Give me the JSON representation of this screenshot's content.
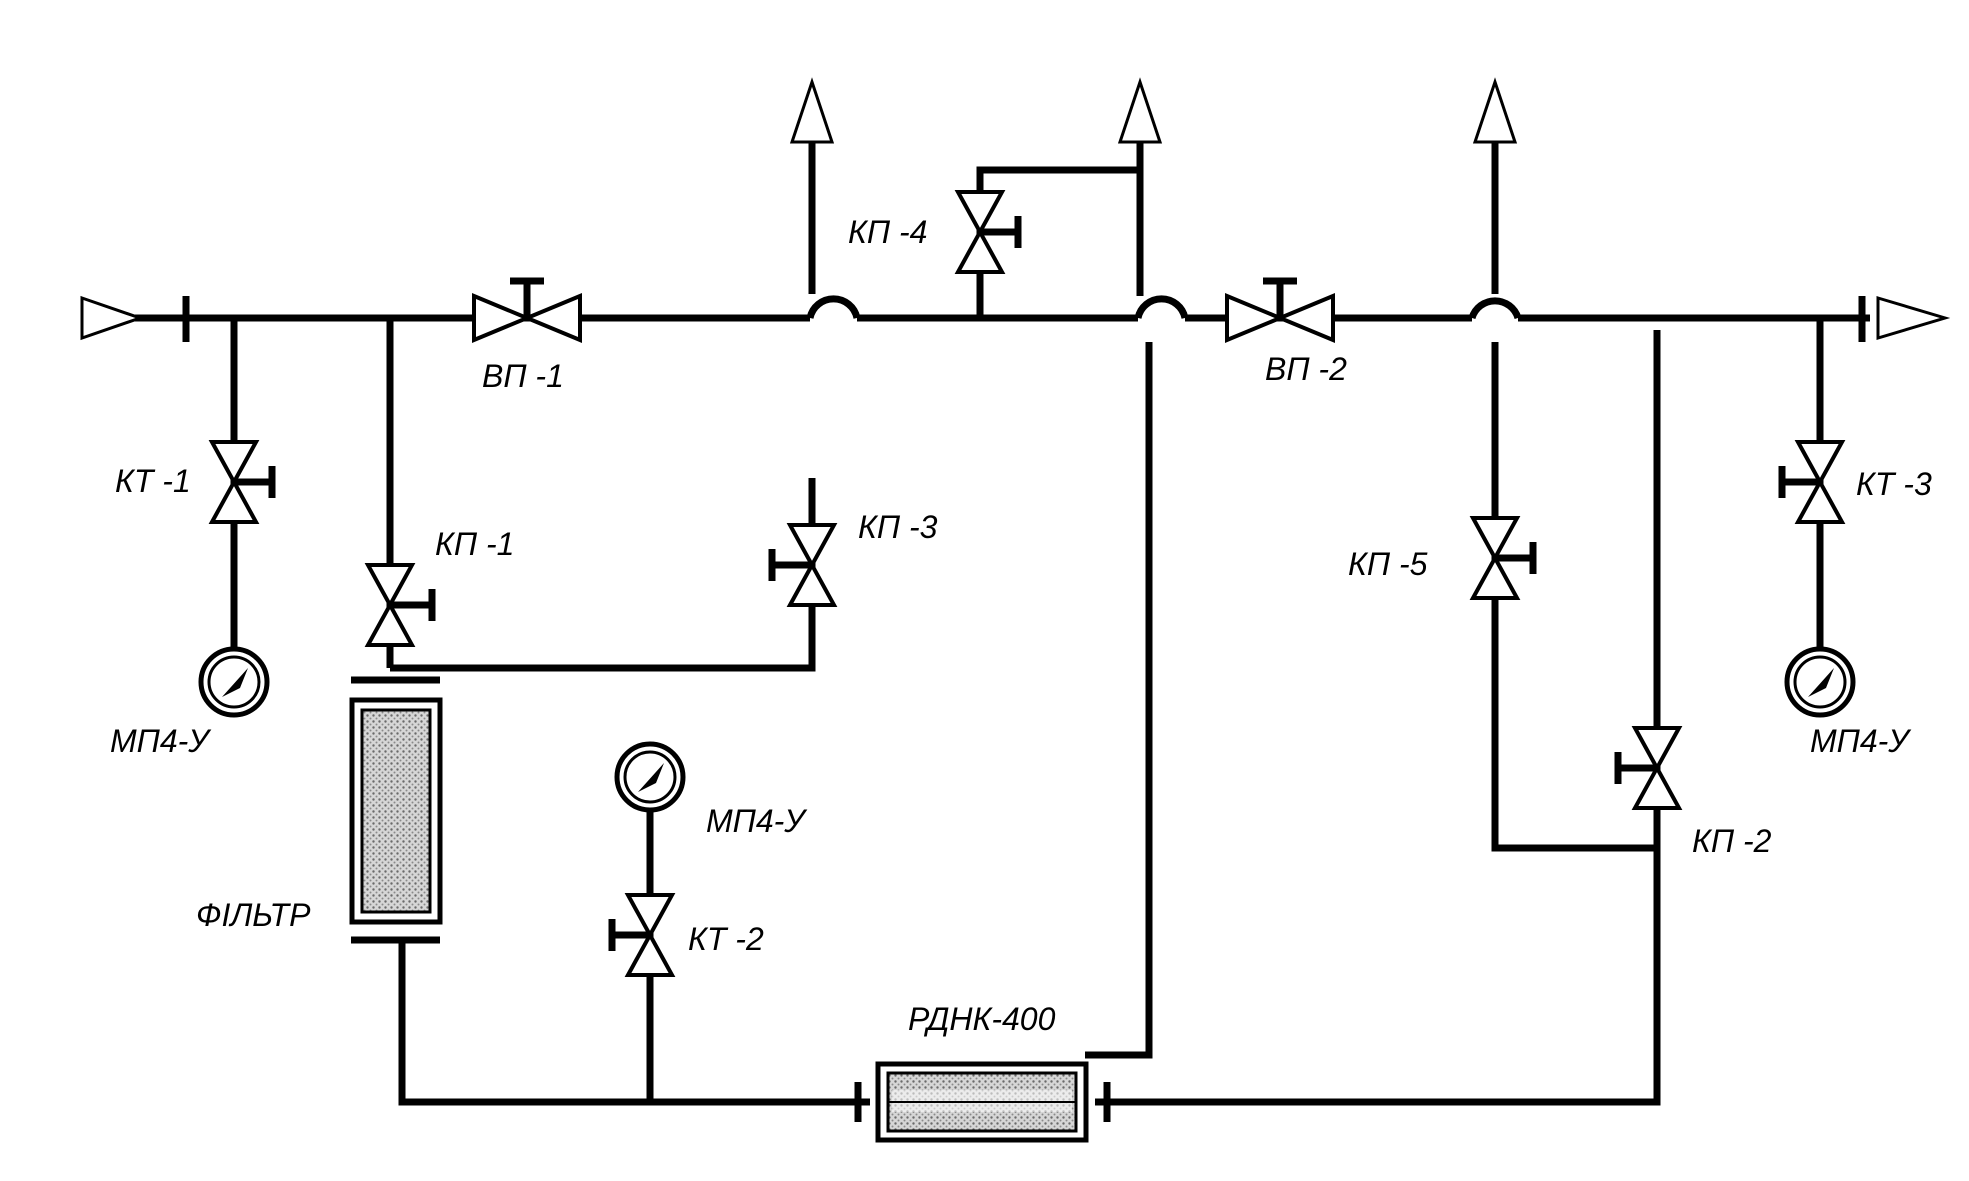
{
  "labels": {
    "kt1": "КТ -1",
    "kt2": "КТ -2",
    "kt3": "КТ -3",
    "kp1": "КП -1",
    "kp2": "КП -2",
    "kp3": "КП -3",
    "kp4": "КП -4",
    "kp5": "КП -5",
    "vp1": "ВП -1",
    "vp2": "ВП -2",
    "gauge1": "МП4-У",
    "gauge2": "МП4-У",
    "gauge3": "МП4-У",
    "filter": "ФІЛЬТР",
    "regulator": "РДНК-400"
  },
  "icons": {
    "valve": "valve-icon",
    "gauge": "pressure-gauge-icon",
    "arrow": "flow-arrow-icon",
    "filter": "filter-icon",
    "regulator": "pressure-regulator-icon"
  }
}
